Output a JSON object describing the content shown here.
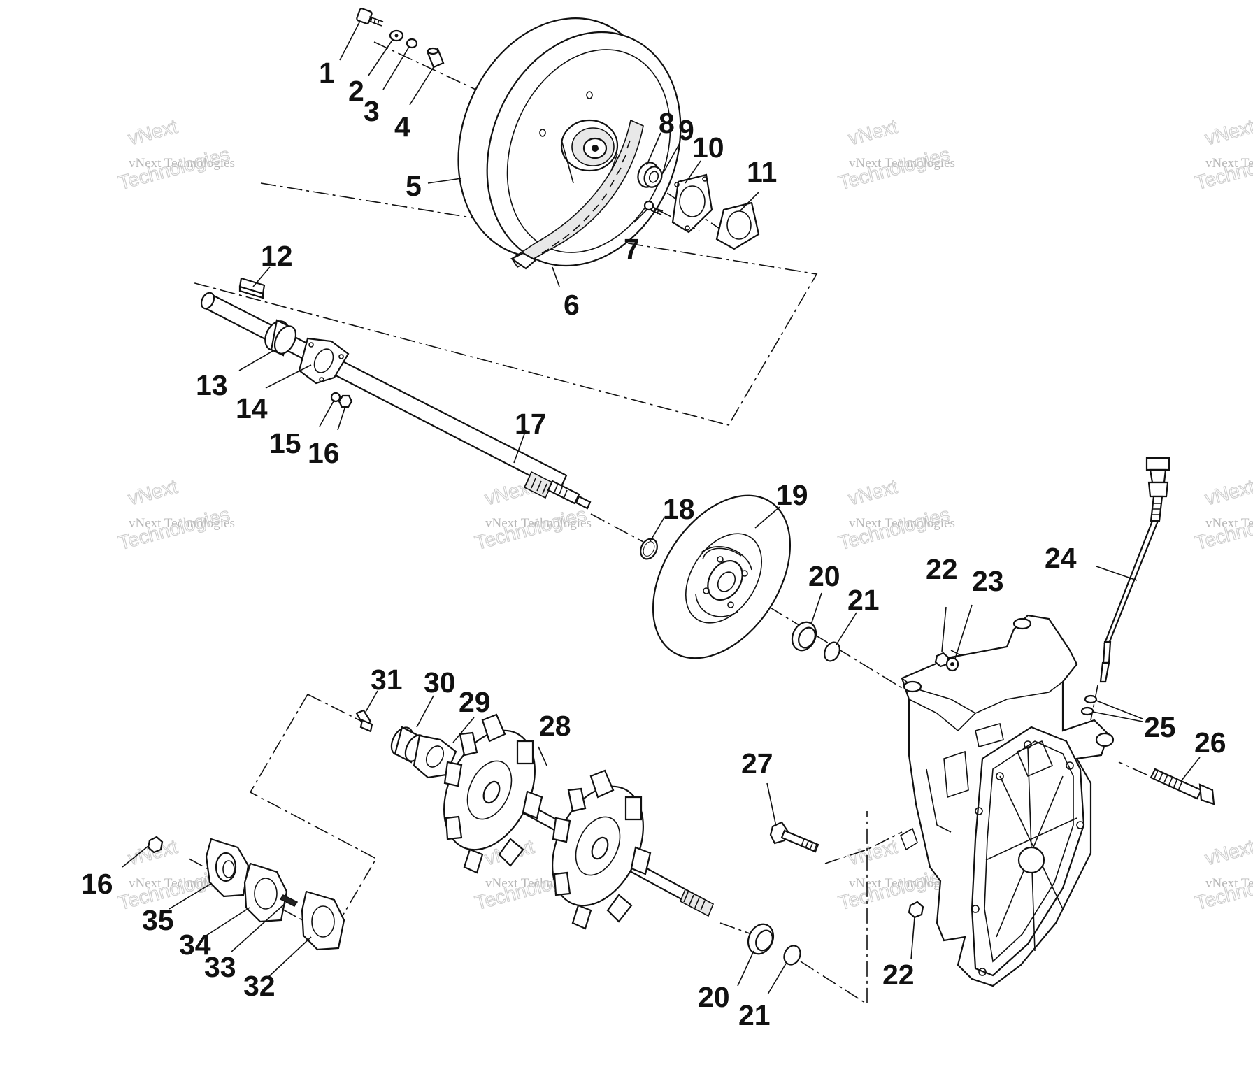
{
  "watermark": {
    "line1": "vNext Technologies",
    "line2": "Technologies",
    "line3": "vNext"
  },
  "callouts": [
    "1",
    "2",
    "3",
    "4",
    "5",
    "6",
    "7",
    "8",
    "9",
    "10",
    "11",
    "12",
    "13",
    "14",
    "15",
    "16",
    "17",
    "18",
    "19",
    "20",
    "21",
    "22",
    "23",
    "24",
    "25",
    "26",
    "27",
    "28",
    "29",
    "30",
    "31",
    "16",
    "35",
    "34",
    "33",
    "32",
    "20",
    "21",
    "22"
  ]
}
